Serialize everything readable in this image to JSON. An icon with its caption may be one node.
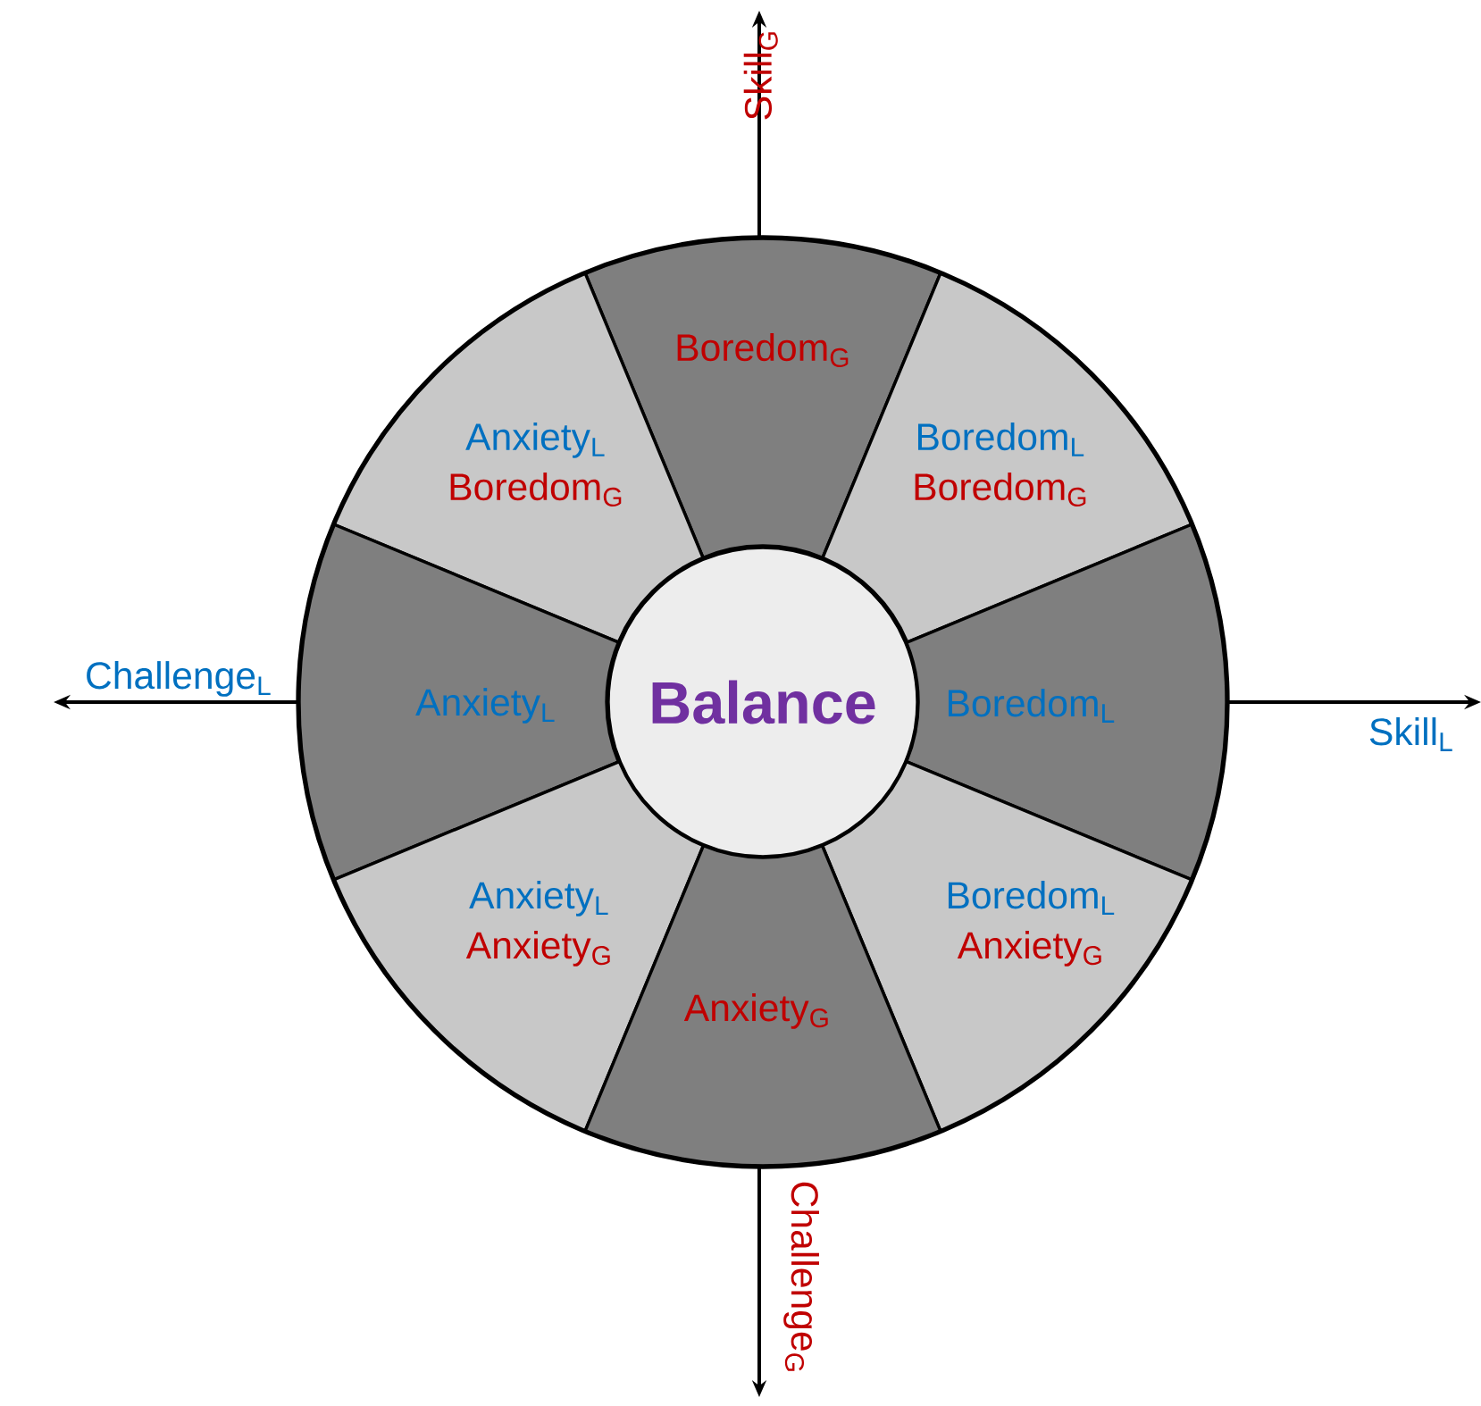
{
  "diagram": {
    "nodes": [
      {
        "text": [
          "Boredom$_{G}$"
        ]
      },
      {
        "text": [
          "Anxiety$_{L}$",
          "Boredom$_{G}$"
        ]
      },
      {
        "text": [
          "Boredom$_{L}$",
          "Boredom$_{G}$"
        ]
      },
      {
        "text": [
          "Anxiety$_{L}$"
        ]
      },
      {
        "text": [
          "Balance"
        ]
      },
      {
        "text": [
          "Boredom$_{L}$"
        ]
      },
      {
        "text": [
          "Anxiety$_{L}$",
          "Anxiety$_{G}$"
        ]
      },
      {
        "text": [
          "Boredom$_{L}$",
          "Anxiety$_{G}$"
        ]
      },
      {
        "text": [
          "Anxiety$_{G}$"
        ]
      }
    ],
    "labels": [
      "Skill$_{G}$",
      "Challenge$_{L}$",
      "Skill$_{L}$",
      "Challenge$_{G}$"
    ]
  }
}
